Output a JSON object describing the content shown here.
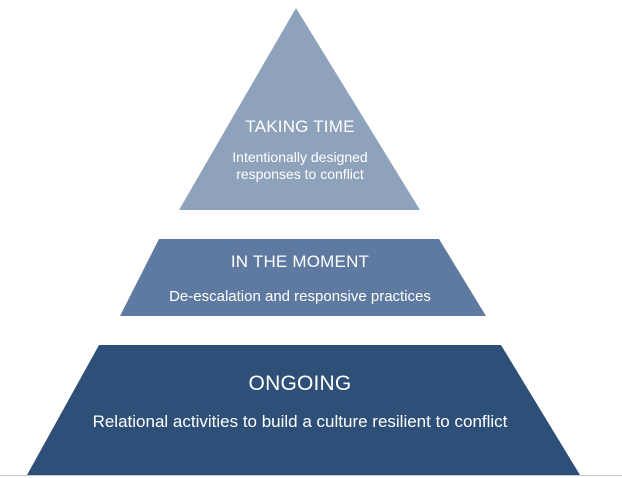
{
  "pyramid": {
    "tiers": [
      {
        "id": "top",
        "title": "TAKING TIME",
        "description": "Intentionally designed responses to conflict",
        "color": "#8fa2bb"
      },
      {
        "id": "middle",
        "title": "IN THE MOMENT",
        "description": "De-escalation and responsive practices",
        "color": "#5f7aa0"
      },
      {
        "id": "bottom",
        "title": "ONGOING",
        "description": "Relational activities to build a culture resilient to conflict",
        "color": "#2e5078"
      }
    ]
  }
}
